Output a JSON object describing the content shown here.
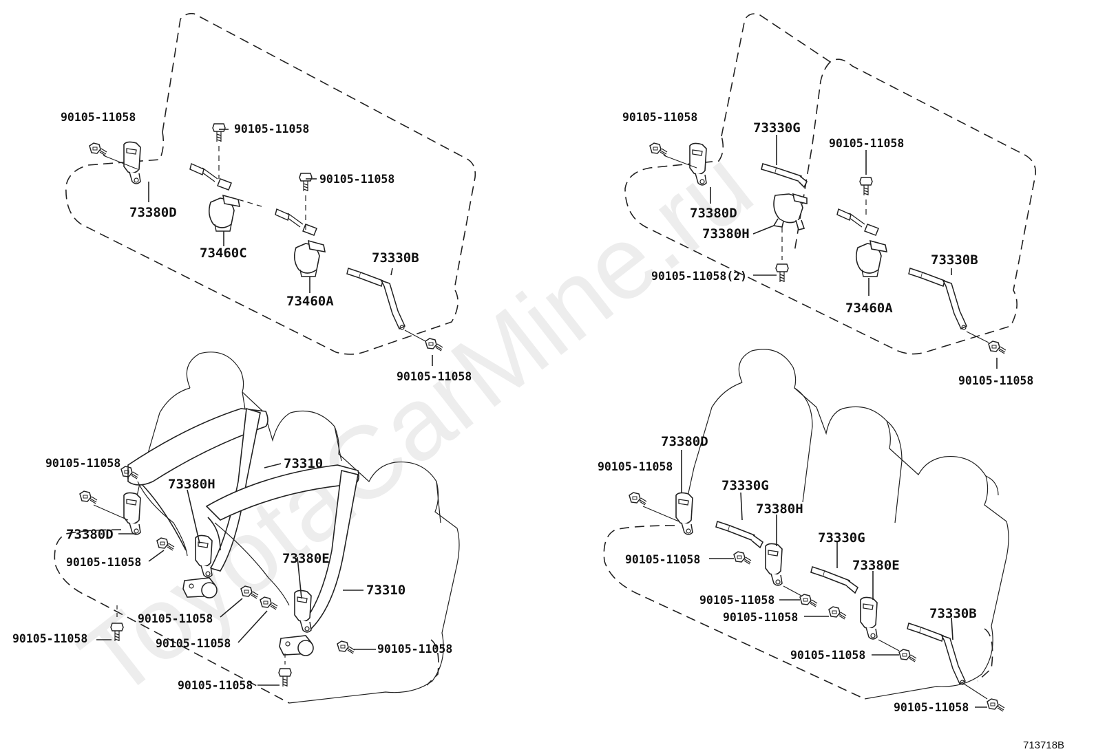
{
  "watermark": "ToyotaCarMine.ru",
  "figure_id": "713718B",
  "labels": {
    "q1": {
      "bolt_a": "90105-11058",
      "bolt_b": "90105-11058",
      "bolt_c": "90105-11058",
      "bolt_d": "90105-11058",
      "p73380d": "73380D",
      "p73460c": "73460C",
      "p73460a": "73460A",
      "p73330b": "73330B"
    },
    "q2": {
      "bolt_a": "90105-11058",
      "bolt_b": "90105-11058",
      "bolt_c": "90105-11058(2)",
      "bolt_d": "90105-11058",
      "p73330g": "73330G",
      "p73380d": "73380D",
      "p73380h": "73380H",
      "p73330b": "73330B",
      "p73460a": "73460A"
    },
    "q3": {
      "bolt_a": "90105-11058",
      "bolt_b": "90105-11058",
      "bolt_c": "90105-11058",
      "bolt_d": "90105-11058",
      "bolt_e": "90105-11058",
      "bolt_f": "90105-11058",
      "bolt_g": "90105-11058",
      "p73310a": "73310",
      "p73310b": "73310",
      "p73380h": "73380H",
      "p73380d": "73380D",
      "p73380e": "73380E"
    },
    "q4": {
      "bolt_a": "90105-11058",
      "bolt_b": "90105-11058",
      "bolt_c": "90105-11058",
      "bolt_d": "90105-11058",
      "bolt_e": "90105-11058",
      "bolt_f": "90105-11058",
      "p73380d": "73380D",
      "p73330g1": "73330G",
      "p73380h": "73380H",
      "p73330g2": "73330G",
      "p73380e": "73380E",
      "p73330b": "73330B"
    }
  },
  "icons": [
    "bolt-icon",
    "buckle-icon",
    "retractor-icon",
    "belt-anchor-icon",
    "seat-outline-icon"
  ]
}
